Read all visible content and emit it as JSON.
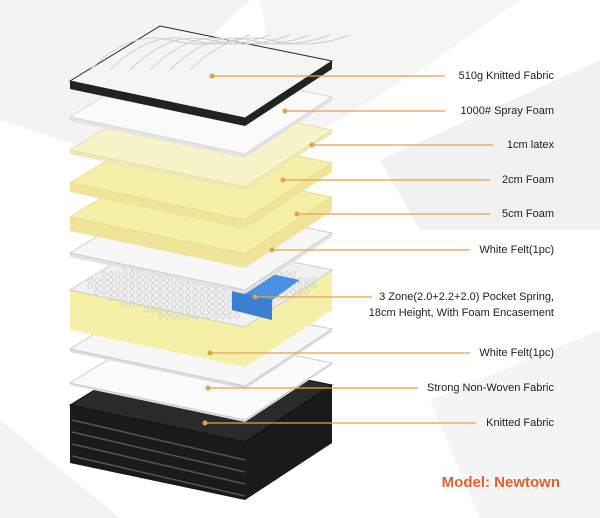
{
  "layers": [
    {
      "label": "510g Knitted Fabric"
    },
    {
      "label": "1000# Spray Foam"
    },
    {
      "label": "1cm  latex"
    },
    {
      "label": "2cm Foam"
    },
    {
      "label": "5cm Foam"
    },
    {
      "label": "White Felt(1pc)"
    },
    {
      "label": "3 Zone(2.0+2.2+2.0) Pocket Spring,",
      "label2": "18cm Height, With Foam Encasement"
    },
    {
      "label": "White Felt(1pc)"
    },
    {
      "label": "Strong Non-Woven Fabric"
    },
    {
      "label": "Knitted Fabric"
    }
  ],
  "model": "Model: Newtown",
  "colors": {
    "accent": "#e0622a",
    "leader": "#e8a04a",
    "foam": "#f6efa8",
    "latex": "#f8f3c8"
  }
}
